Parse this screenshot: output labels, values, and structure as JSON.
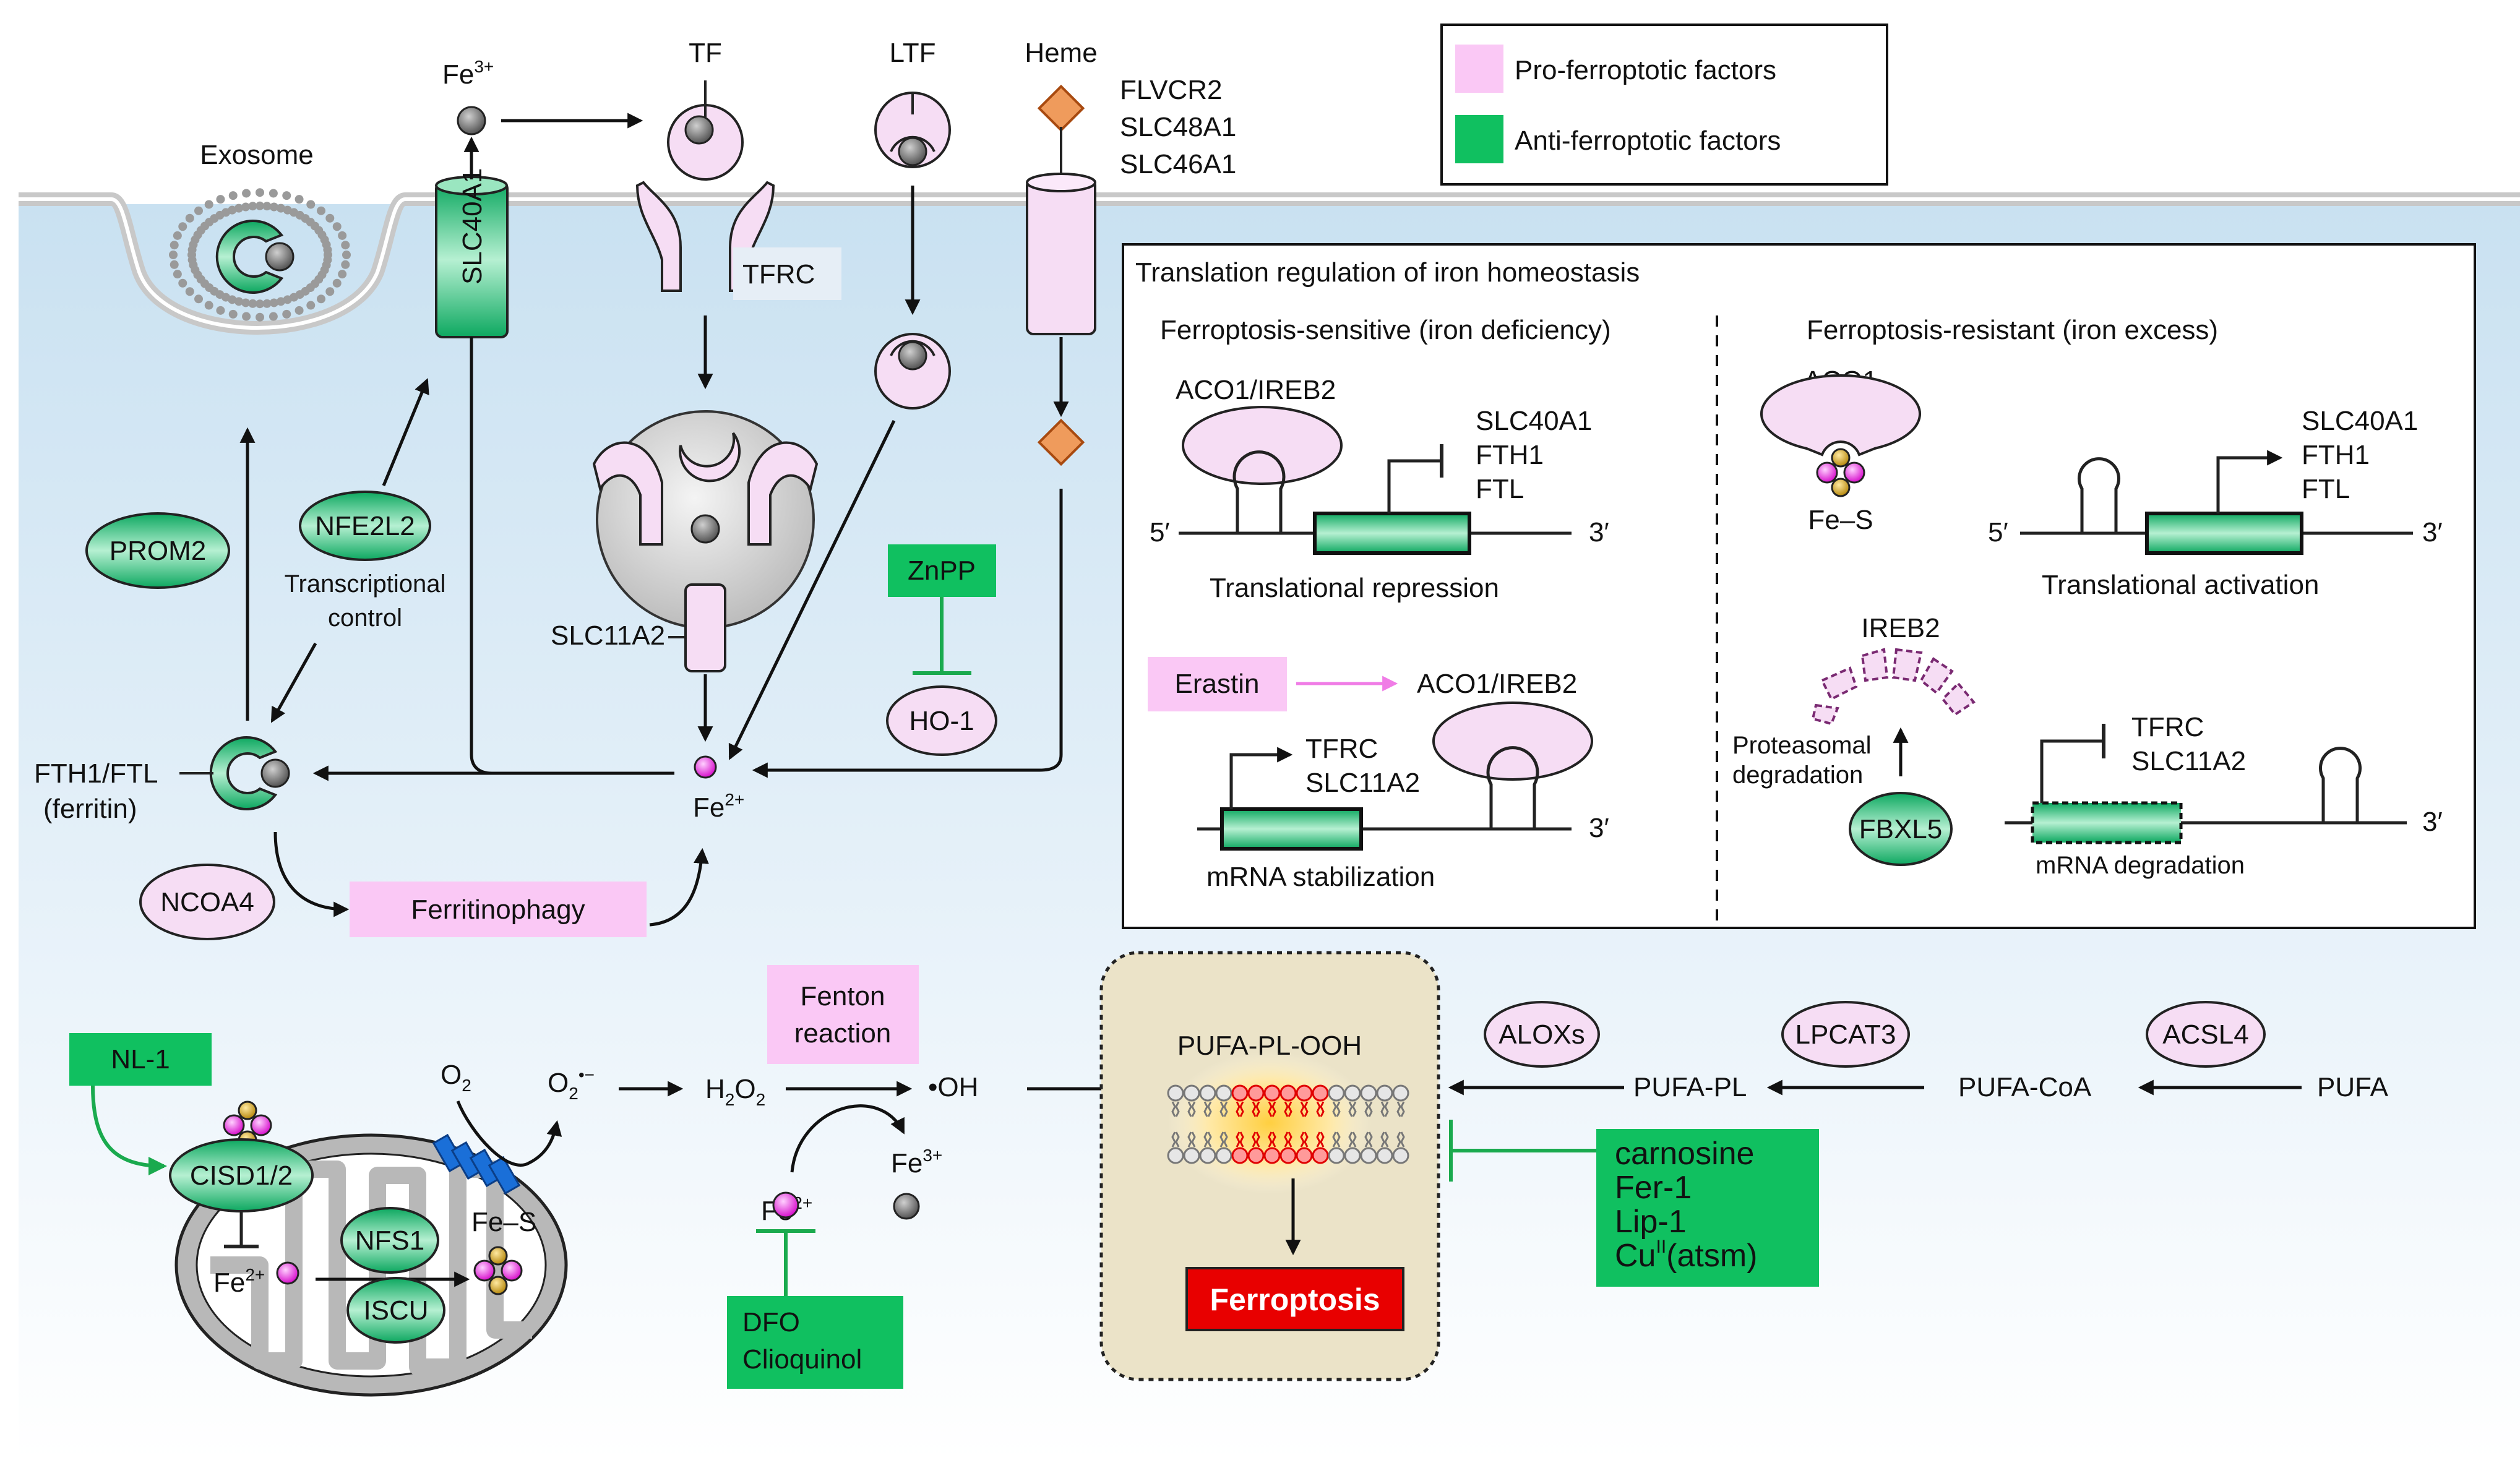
{
  "legend": {
    "pro_label": "Pro-ferroptotic factors",
    "anti_label": "Anti-ferroptotic factors",
    "colors": {
      "pro": "#fac8f5",
      "anti": "#10c060",
      "membrane": "#c8c8c8",
      "ferroptosis": "#e80000"
    }
  },
  "top": {
    "fe3": "Fe",
    "fe3_sup": "3+",
    "tf": "TF",
    "ltf": "LTF",
    "heme": "Heme",
    "heme_transporters": [
      "FLVCR2",
      "SLC48A1",
      "SLC46A1"
    ],
    "exosome": "Exosome",
    "slc40a1": "SLC40A1",
    "tfrc": "TFRC",
    "slc11a2": "SLC11A2",
    "prom2": "PROM2",
    "nfe2l2": "NFE2L2",
    "transcriptional_control": [
      "Transcriptional",
      "control"
    ],
    "znpp": "ZnPP",
    "ho1": "HO-1",
    "fth1_ftl": [
      "FTH1/FTL",
      "(ferritin)"
    ],
    "fe2": "Fe",
    "fe2_sup": "2+",
    "ncoa4": "NCOA4",
    "ferritinophagy": "Ferritinophagy"
  },
  "panel": {
    "title": "Translation regulation of iron homeostasis",
    "left_heading": "Ferroptosis-sensitive (iron deficiency)",
    "right_heading": "Ferroptosis-resistant (iron excess)",
    "aco1_ireb2": "ACO1/IREB2",
    "repressed_genes": [
      "SLC40A1",
      "FTH1",
      "FTL"
    ],
    "five_prime": "5′",
    "three_prime": "3′",
    "translational_repression": "Translational repression",
    "erastin": "Erastin",
    "aco1_ireb2_b": "ACO1/IREB2",
    "stabilized_genes": [
      "TFRC",
      "SLC11A2"
    ],
    "mrna_stabilization": "mRNA stabilization",
    "aco1": "ACO1",
    "fe_s": "Fe–S",
    "activated_genes": [
      "SLC40A1",
      "FTH1",
      "FTL"
    ],
    "translational_activation": "Translational activation",
    "ireb2": "IREB2",
    "proteasomal": [
      "Proteasomal",
      "degradation"
    ],
    "fbxl5": "FBXL5",
    "degraded_genes": [
      "TFRC",
      "SLC11A2"
    ],
    "mrna_degradation": "mRNA degradation"
  },
  "bottom": {
    "fenton": [
      "Fenton",
      "reaction"
    ],
    "nl1": "NL-1",
    "cisd": "CISD1/2",
    "o2": "O",
    "o2_sub": "2",
    "superoxide": "O",
    "superoxide_sub": "2",
    "superoxide_sup": "•−",
    "h2o2": "H",
    "h2o2_sub1": "2",
    "h2o2_o": "O",
    "h2o2_sub2": "2",
    "oh": "•OH",
    "fe2_b": "Fe",
    "fe2_b_sup": "2+",
    "fe3_b": "Fe",
    "fe3_b_sup": "3+",
    "nfs1": "NFS1",
    "iscu": "ISCU",
    "fe_s_mito": "Fe–S",
    "fe2_mito": "Fe",
    "fe2_mito_sup": "2+",
    "dfo": [
      "DFO",
      "Clioquinol"
    ],
    "pufa_pl_ooh": "PUFA-PL-OOH",
    "ferroptosis": "Ferroptosis",
    "aloxs": "ALOXs",
    "lpcat3": "LPCAT3",
    "acsl4": "ACSL4",
    "pufa_pl": "PUFA-PL",
    "pufa_coa": "PUFA-CoA",
    "pufa": "PUFA",
    "inhibitors": [
      "carnosine",
      "Fer-1",
      "Lip-1"
    ],
    "cu_atsm": "Cu",
    "cu_sup": "II",
    "cu_rest": "(atsm)"
  }
}
